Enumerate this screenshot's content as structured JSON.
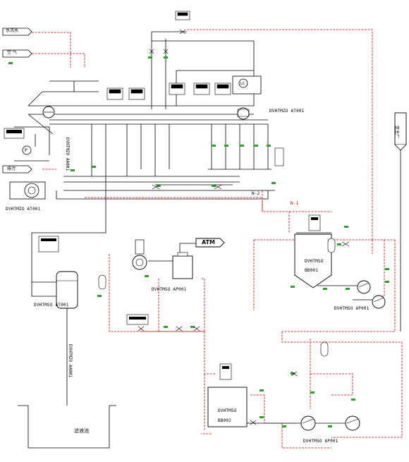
{
  "labels": {
    "feed_top": "水洗水",
    "air_in": "空 气",
    "drain_left": "排污",
    "tag_v101_left": "DVHTMZO AT001",
    "tag_v101_right": "DVHTMZO AT001",
    "tank_bb001": "BB001",
    "tank_bb001_tag": "DVHTMSO",
    "tank_bb002": "BB002",
    "tank_bb002_tag": "DVHTMSO",
    "pump_ap001": "DVHTMSO AP001",
    "pump_ap002": "DVHTMSO AP001",
    "separator": "DVHTMSO AT001",
    "vac_pump": "DVHTMSO AP001",
    "atm": "ATM",
    "pit": "滤液池",
    "line_label_n1": "N-1",
    "line_label_n2": "N-2",
    "vertical_right": "至主厂",
    "vertical_mid": "DVHTMZO AA001",
    "vertical_left": "DVHTMZO AA001"
  }
}
